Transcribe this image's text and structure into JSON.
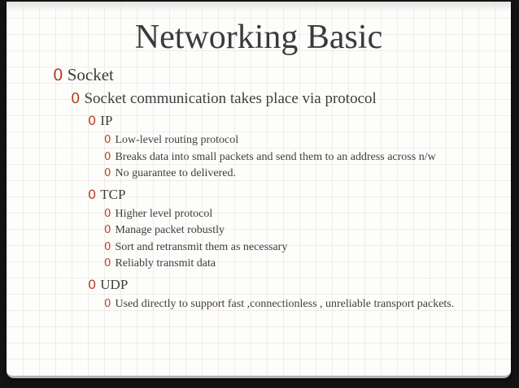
{
  "slide": {
    "title": "Networking Basic",
    "bullet_char": "0",
    "colors": {
      "bullet": "#b8432a",
      "text": "#403e3d",
      "title": "#3a3a3a",
      "frame": "#131313",
      "slide_background": "#fdfdfc"
    },
    "outline": [
      {
        "level": 1,
        "text": "Socket"
      },
      {
        "level": 2,
        "text": "Socket communication takes place via protocol"
      },
      {
        "level": 3,
        "text": "IP"
      },
      {
        "level": 4,
        "text": "Low-level routing protocol"
      },
      {
        "level": 4,
        "text": "Breaks data into small packets and send them to an address across n/w"
      },
      {
        "level": 4,
        "text": "No guarantee to delivered."
      },
      {
        "level": 3,
        "text": "TCP"
      },
      {
        "level": 4,
        "text": "Higher level protocol"
      },
      {
        "level": 4,
        "text": "Manage packet robustly"
      },
      {
        "level": 4,
        "text": "Sort and retransmit them as necessary"
      },
      {
        "level": 4,
        "text": "Reliably transmit data"
      },
      {
        "level": 3,
        "text": "UDP"
      },
      {
        "level": 4,
        "text": "Used directly to support fast ,connectionless , unreliable transport packets."
      }
    ]
  }
}
